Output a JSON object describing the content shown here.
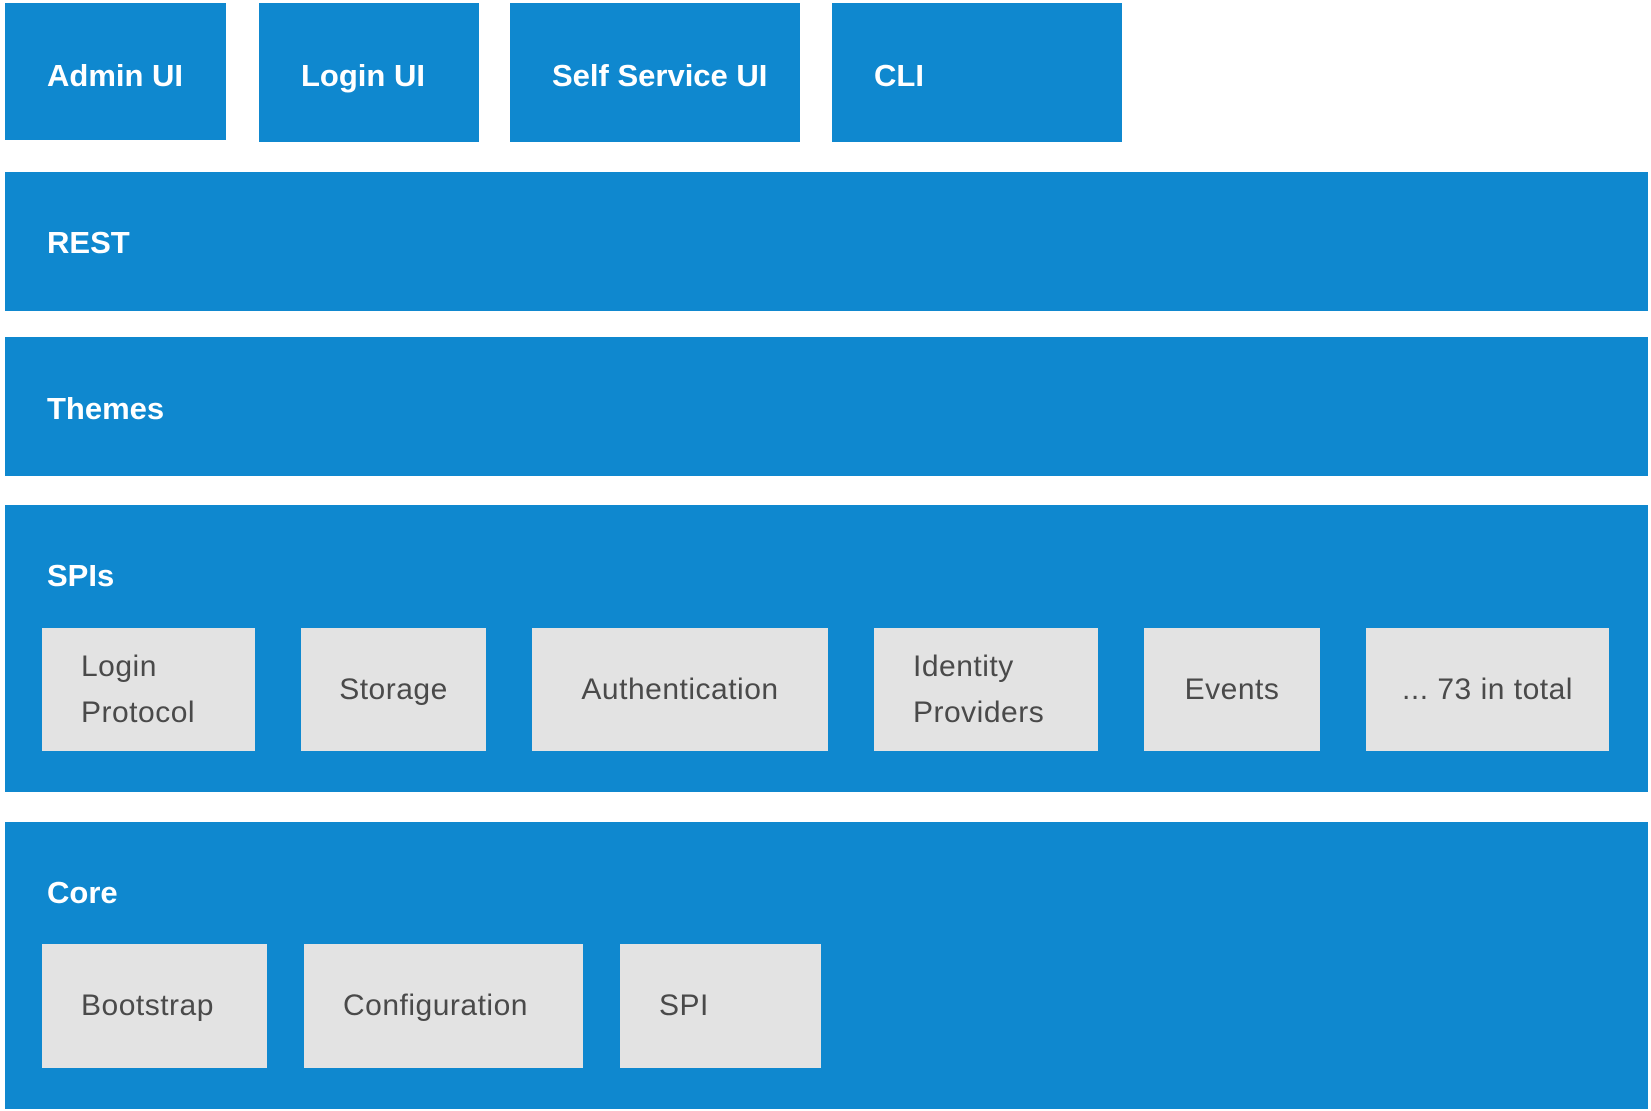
{
  "top_layer": {
    "admin_ui": "Admin UI",
    "login_ui": "Login UI",
    "self_service_ui": "Self Service UI",
    "cli": "CLI"
  },
  "rest": {
    "label": "REST"
  },
  "themes": {
    "label": "Themes"
  },
  "spis": {
    "label": "SPIs",
    "items": [
      "Login\nProtocol",
      "Storage",
      "Authentication",
      "Identity\nProviders",
      "Events",
      "... 73 in total"
    ]
  },
  "core": {
    "label": "Core",
    "items": [
      "Bootstrap",
      "Configuration",
      "SPI"
    ]
  },
  "colors": {
    "layer_blue": "#0f88cf",
    "component_gray": "#e3e3e3",
    "component_text": "#4a4a4a",
    "layer_text": "#ffffff"
  }
}
